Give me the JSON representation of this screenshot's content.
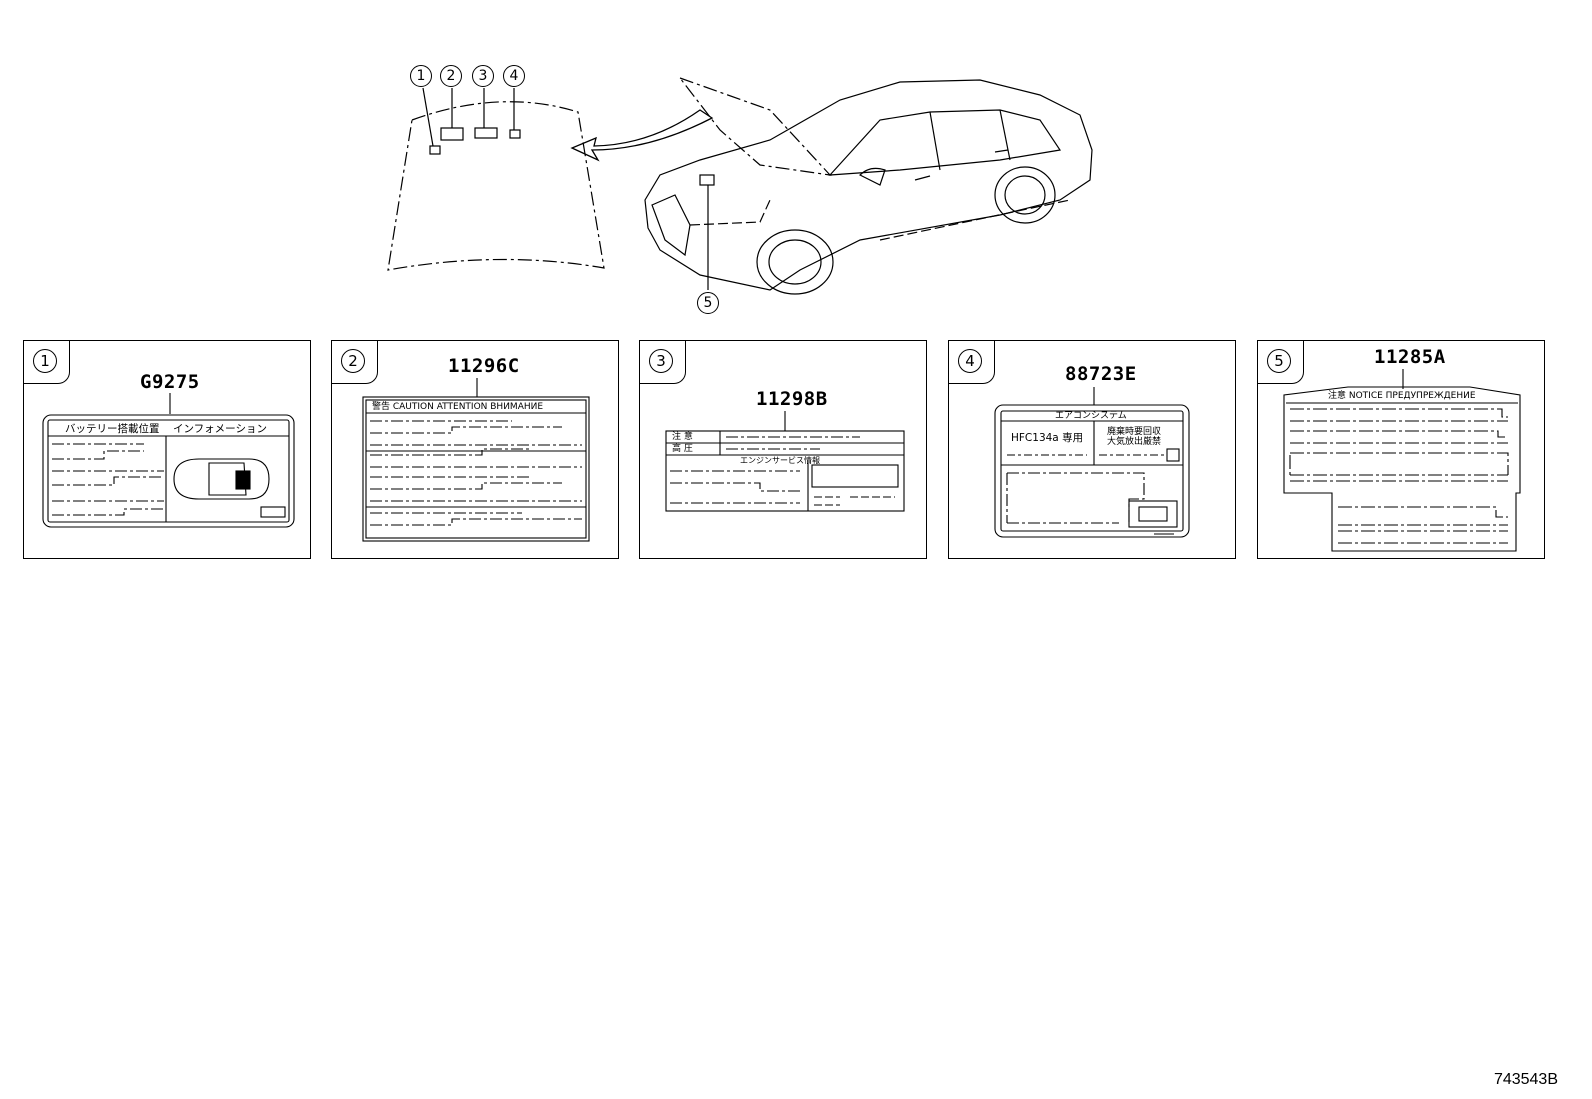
{
  "overview": {
    "callouts": [
      "1",
      "2",
      "3",
      "4",
      "5"
    ]
  },
  "panels": [
    {
      "number": "1",
      "part_number": "G9275",
      "label_text": {
        "left_header": "バッテリー搭載位置",
        "right_header": "インフォメーション"
      }
    },
    {
      "number": "2",
      "part_number": "11296C",
      "label_text": {
        "header": "警告 CAUTION ATTENTION ВНИМАНИЕ"
      }
    },
    {
      "number": "3",
      "part_number": "11298B",
      "label_text": {
        "row1": "注 意",
        "row2": "高 圧",
        "row2_right": "エンジンサービス情報"
      }
    },
    {
      "number": "4",
      "part_number": "88723E",
      "label_text": {
        "title": "エアコンシステム",
        "refrigerant": "HFC134a 専用",
        "note_line1": "廃棄時要回収",
        "note_line2": "大気放出厳禁"
      }
    },
    {
      "number": "5",
      "part_number": "11285A",
      "label_text": {
        "header": "注意 NOTICE ПРЕДУПРЕЖДЕНИЕ"
      }
    }
  ],
  "figure_code": "743543B"
}
